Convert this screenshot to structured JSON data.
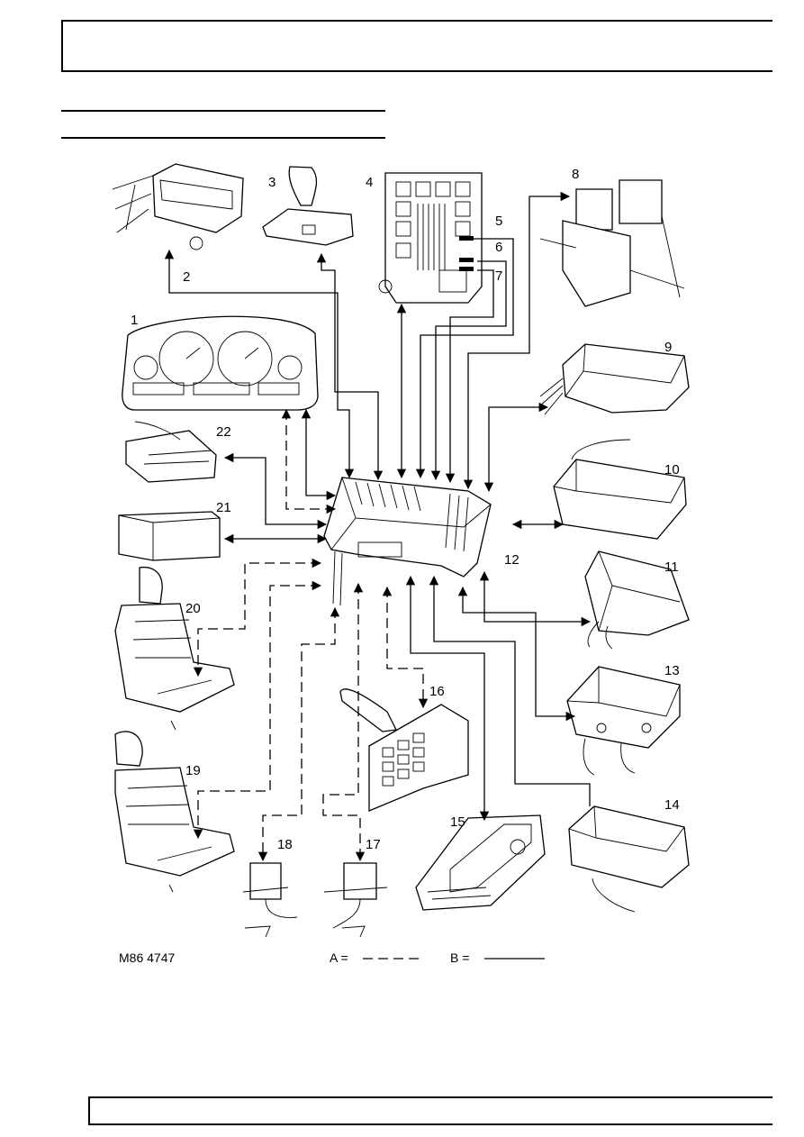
{
  "figure_code": "M86 4747",
  "legend": {
    "a_label": "A =",
    "b_label": "B ="
  },
  "component_numbers": [
    "1",
    "2",
    "3",
    "4",
    "5",
    "6",
    "7",
    "8",
    "9",
    "10",
    "11",
    "12",
    "13",
    "14",
    "15",
    "16",
    "17",
    "18",
    "19",
    "20",
    "21",
    "22"
  ]
}
